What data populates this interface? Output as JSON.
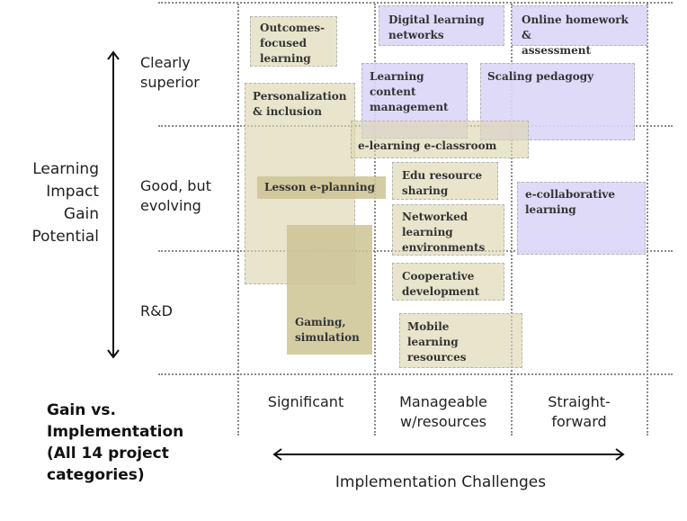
{
  "y_axis": {
    "title": "Learning\nImpact\nGain\nPotential",
    "levels": [
      "Clearly\nsuperior",
      "Good, but\nevolving",
      "R&D"
    ]
  },
  "x_axis": {
    "title": "Implementation Challenges",
    "levels": [
      "Significant",
      "Manageable\nw/resources",
      "Straight-\nforward"
    ]
  },
  "corner_label": "Gain vs.\nImplementation\n(All 14 project\ncategories)",
  "colors": {
    "tan": "#DDD7B0",
    "tan_dark": "#CDC494",
    "purple": "#DCD6F7",
    "grid": "#8A8A8A"
  },
  "categories": [
    {
      "label": "Outcomes-\nfocused\nlearning",
      "color": "tan"
    },
    {
      "label": "Personalization\n& inclusion",
      "color": "tan"
    },
    {
      "label": "Gaming,\nsimulation",
      "color": "tan_dark"
    },
    {
      "label": "Lesson e-planning",
      "color": "tan_dark"
    },
    {
      "label": "Digital learning\nnetworks",
      "color": "purple"
    },
    {
      "label": "Online homework &\nassessment",
      "color": "purple"
    },
    {
      "label": "Learning\ncontent\nmanagement",
      "color": "purple"
    },
    {
      "label": "Scaling pedagogy",
      "color": "purple"
    },
    {
      "label": "e-learning e-classroom",
      "color": "tan"
    },
    {
      "label": "Edu resource\nsharing",
      "color": "tan"
    },
    {
      "label": "Networked\nlearning\nenvironments",
      "color": "tan"
    },
    {
      "label": "e-collaborative\nlearning",
      "color": "purple"
    },
    {
      "label": "Cooperative\ndevelopment",
      "color": "tan"
    },
    {
      "label": "Mobile\nlearning\nresources",
      "color": "tan"
    }
  ]
}
